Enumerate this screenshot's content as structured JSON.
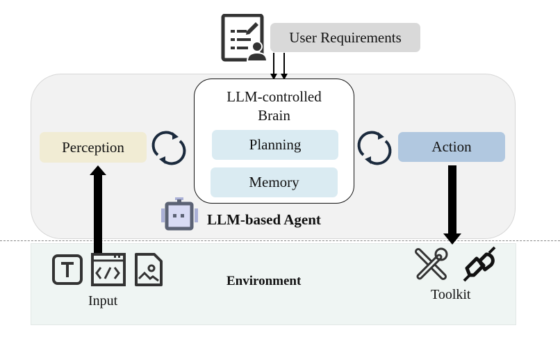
{
  "user_requirements": {
    "label": "User Requirements",
    "icon": "checklist-user-icon"
  },
  "agent": {
    "label": "LLM-based Agent",
    "icon": "robot-icon",
    "brain": {
      "title_line1": "LLM-controlled",
      "title_line2": "Brain",
      "modules": [
        "Planning",
        "Memory"
      ]
    },
    "perception": "Perception",
    "action": "Action"
  },
  "environment": {
    "label": "Environment",
    "input": {
      "label": "Input",
      "icons": [
        "text-icon",
        "code-window-icon",
        "image-file-icon"
      ]
    },
    "toolkit": {
      "label": "Toolkit",
      "icons": [
        "tools-icon",
        "plug-icon"
      ]
    }
  },
  "colors": {
    "agent_panel": "#f2f2f2",
    "environment_panel": "#eff5f3",
    "perception": "#f1ecd4",
    "action": "#b1c8e0",
    "brain_module": "#daebf2",
    "user_requirements": "#d9d9d9",
    "cycle_arrow": "#1b2a3d",
    "robot": "#5b6274"
  }
}
